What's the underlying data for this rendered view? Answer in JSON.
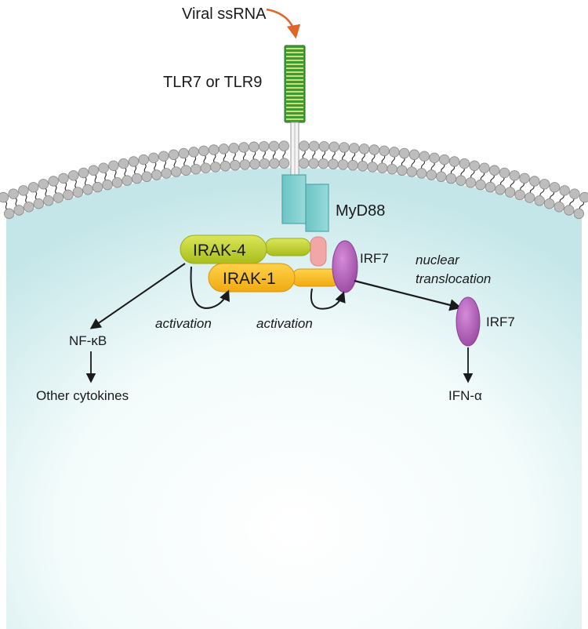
{
  "labels": {
    "viral_ssrna": "Viral ssRNA",
    "tlr": "TLR7 or TLR9",
    "myd88": "MyD88",
    "irak4": "IRAK-4",
    "irak1": "IRAK-1",
    "irf7_bound": "IRF7",
    "irf7_free": "IRF7",
    "nuclear_translocation_line1": "nuclear",
    "nuclear_translocation_line2": "translocation",
    "activation_left": "activation",
    "activation_right": "activation",
    "nfkb": "NF-κB",
    "other_cytokines": "Other cytokines",
    "ifn_alpha": "IFN-α"
  },
  "colors": {
    "receptor_green": "#3d9a35",
    "receptor_stripe": "#c8e07a",
    "myd88_teal": "#7fcfcf",
    "irak4_lime": "#c5d52a",
    "irak1_yellow": "#f5bd22",
    "adapter_pink": "#f2a6a6",
    "irf7_purple": "#b060b8",
    "virus_arrow": "#e0652a",
    "cytoplasm_edge": "#bfe3e6",
    "membrane_head": "#bdbdbd"
  },
  "icons": {
    "membrane": "lipid-bilayer",
    "receptor": "transmembrane-receptor"
  }
}
